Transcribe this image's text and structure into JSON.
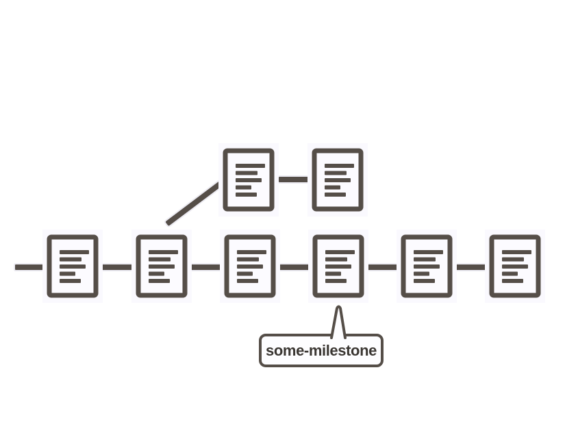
{
  "page": {
    "background_color": "#ffffff"
  },
  "diagram": {
    "kind": "git-commit-graph",
    "icon": "document-icon",
    "colors": {
      "stroke": "#554e48",
      "icon_background_tint": "#faf9fe",
      "document_fill": "#fcfbff",
      "bubble_background": "#fdfdff",
      "label_text": "#3a3632"
    },
    "main_branch": {
      "commit_count": 6,
      "connector_count": 6,
      "has_leading_stub_line": true,
      "has_trailing_line": false
    },
    "feature_branch": {
      "commit_count": 2,
      "connector_count": 1,
      "forks_from_main_commit": 2,
      "fork_line": "diagonal"
    },
    "milestone": {
      "label": "some-milestone",
      "attached_to_main_commit": 4,
      "pointer_direction": "up"
    }
  }
}
